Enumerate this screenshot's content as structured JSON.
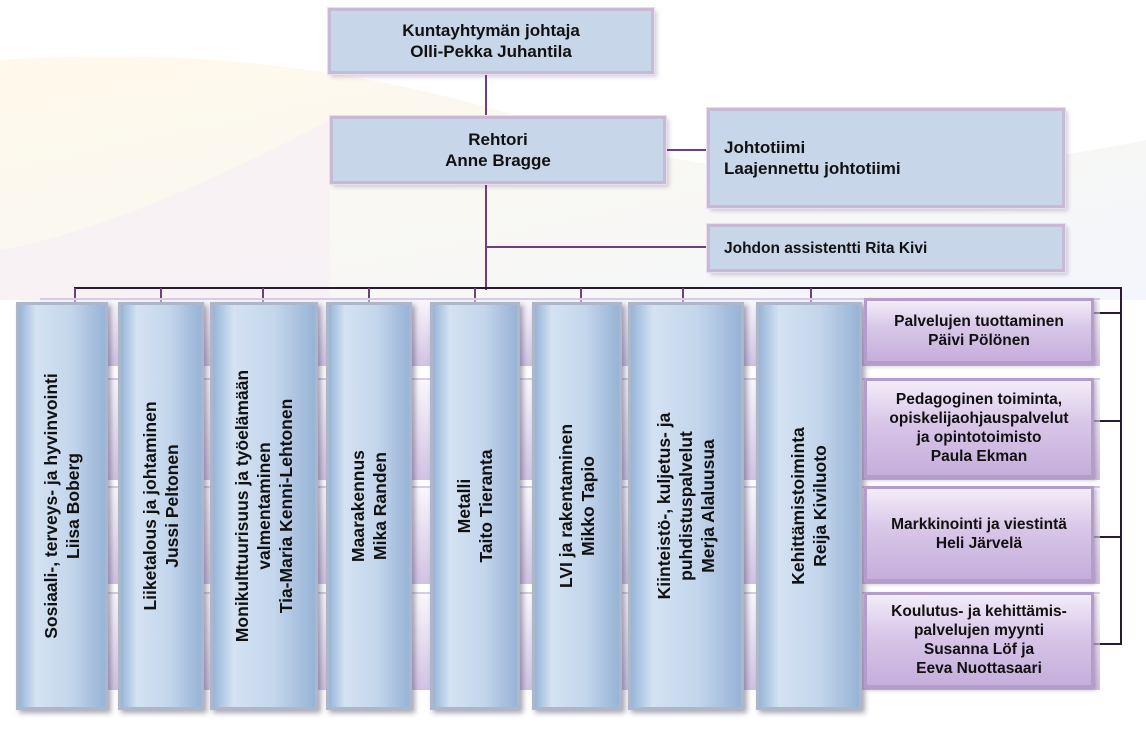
{
  "director": {
    "title": "Kuntayhtymän johtaja",
    "name": "Olli-Pekka Juhantila"
  },
  "rector": {
    "title": "Rehtori",
    "name": "Anne Bragge"
  },
  "team": {
    "line1": "Johtotiimi",
    "line2": "Laajennettu johtotiimi"
  },
  "assistant": {
    "label": "Johdon assistentti Rita Kivi"
  },
  "columns": [
    {
      "line1": "Sosiaali-, terveys- ja hyvinvointi",
      "line2": "Liisa Boberg",
      "line3": ""
    },
    {
      "line1": "Liiketalous ja johtaminen",
      "line2": "Jussi Peltonen",
      "line3": ""
    },
    {
      "line1": "Monikulttuurisuus ja työelämään",
      "line2": "valmentaminen",
      "line3": "Tia-Maria Kenni-Lehtonen"
    },
    {
      "line1": "Maarakennus",
      "line2": "Mika Randen",
      "line3": ""
    },
    {
      "line1": "Metalli",
      "line2": "Taito Tieranta",
      "line3": ""
    },
    {
      "line1": "LVI ja rakentaminen",
      "line2": "Mikko Tapio",
      "line3": ""
    },
    {
      "line1": "Kiinteistö-, kuljetus- ja",
      "line2": "puhdistuspalvelut",
      "line3": "Merja Alaluusua"
    },
    {
      "line1": "Kehittämistoiminta",
      "line2": "Reija Kiviluoto",
      "line3": ""
    }
  ],
  "services": [
    {
      "lines": [
        "Palvelujen tuottaminen",
        "Päivi Pölönen"
      ]
    },
    {
      "lines": [
        "Pedagoginen toiminta,",
        "opiskelijaohjauspalvelut",
        "ja opintotoimisto",
        "Paula Ekman"
      ]
    },
    {
      "lines": [
        "Markkinointi ja viestintä",
        "Heli Järvelä"
      ]
    },
    {
      "lines": [
        "Koulutus- ja kehittämis-",
        "palvelujen myynti",
        "Susanna Löf ja",
        "Eeva Nuottasaari"
      ]
    }
  ]
}
